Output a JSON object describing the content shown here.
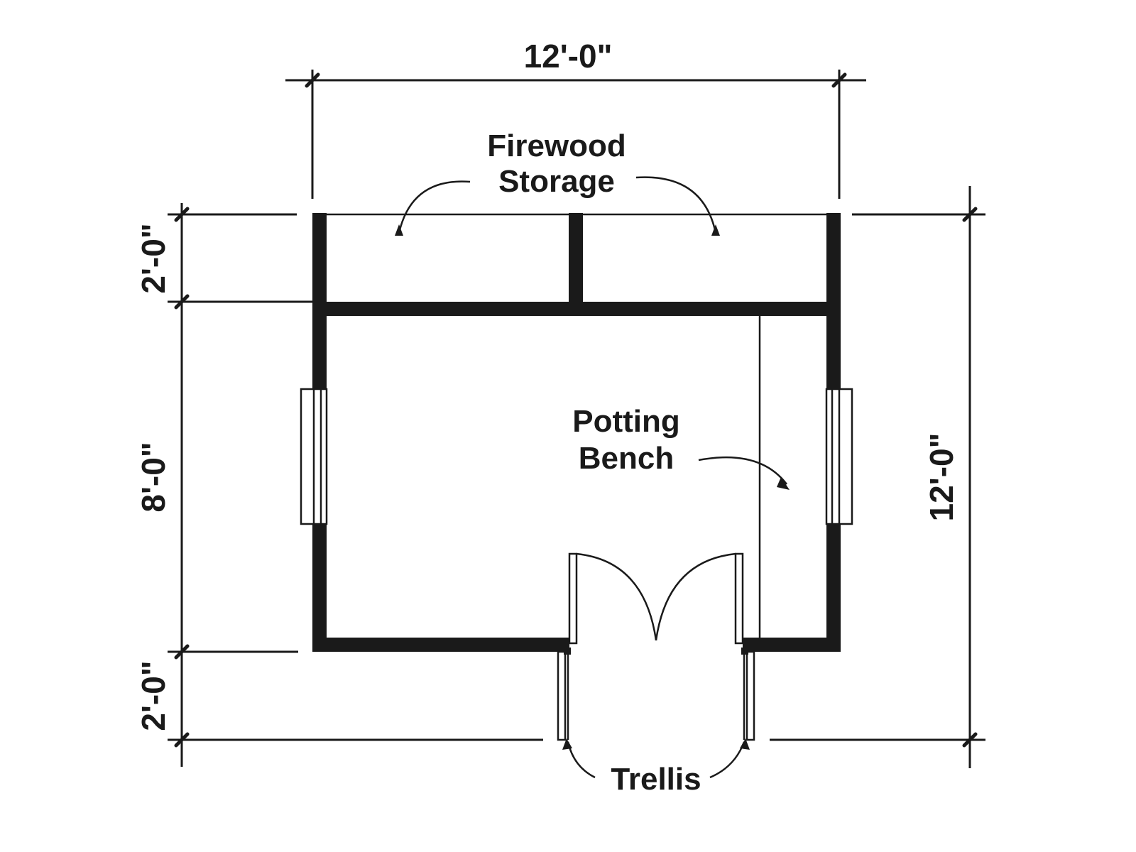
{
  "dimensions": {
    "top_width": "12'-0\"",
    "left_storage_depth": "2'-0\"",
    "left_room_depth": "8'-0\"",
    "left_trellis_depth": "2'-0\"",
    "right_total_depth": "12'-0\""
  },
  "labels": {
    "firewood_line1": "Firewood",
    "firewood_line2": "Storage",
    "potting_line1": "Potting",
    "potting_line2": "Bench",
    "trellis": "Trellis"
  },
  "colors": {
    "ink": "#1a1a1a",
    "background": "#ffffff"
  }
}
